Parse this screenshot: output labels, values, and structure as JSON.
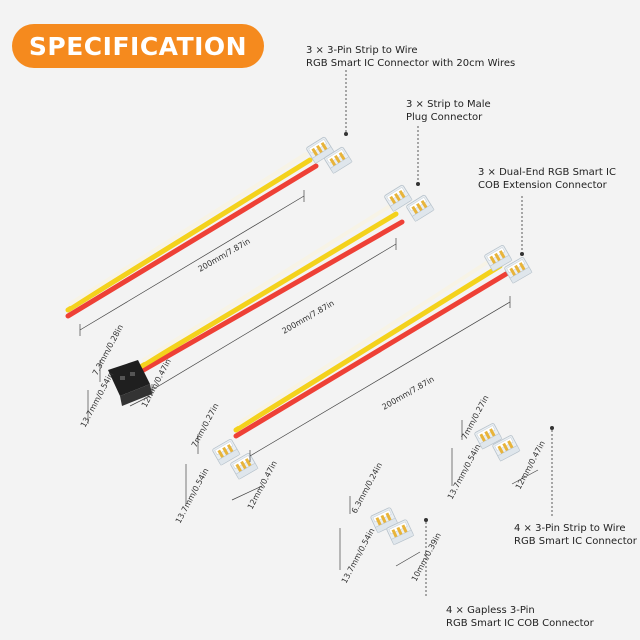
{
  "banner": {
    "title": "SPECIFICATION"
  },
  "labels": {
    "l1": {
      "line1": "3 × 3-Pin Strip to Wire",
      "line2": "RGB Smart IC Connector with 20cm Wires"
    },
    "l2": {
      "line1": "3 × Strip to Male",
      "line2": "Plug Connector"
    },
    "l3": {
      "line1": "3 × Dual-End RGB Smart IC",
      "line2": "COB Extension Connector"
    },
    "l4": {
      "line1": "4 × 3-Pin Strip to Wire",
      "line2": "RGB Smart IC Connector"
    },
    "l5": {
      "line1": "4 × Gapless 3-Pin",
      "line2": "RGB Smart IC COB Connector"
    }
  },
  "dimensions": {
    "wire1_len": "200mm/7.87in",
    "wire2_len": "200mm/7.87in",
    "wire3_len": "200mm/7.87in",
    "plug_h": "7.3mm/0.28in",
    "plug_w": "13.7mm/0.54in",
    "plug_d": "12mm/0.47in",
    "dual_h": "7mm/0.27in",
    "dual_w": "13.7mm/0.54in",
    "dual_d": "12mm/0.47in",
    "strip_h": "7mm/0.27in",
    "strip_w": "13.7mm/0.54in",
    "strip_d": "12mm/0.47in",
    "gapless_h": "6.3mm/0.24in",
    "gapless_w": "13.7mm/0.54in",
    "gapless_d": "10mm/0.39in"
  },
  "colors": {
    "banner": "#f58a1e",
    "wire_red": "#ee4036",
    "wire_yellow": "#f4d21c",
    "wire_white": "#f7f3e6"
  }
}
